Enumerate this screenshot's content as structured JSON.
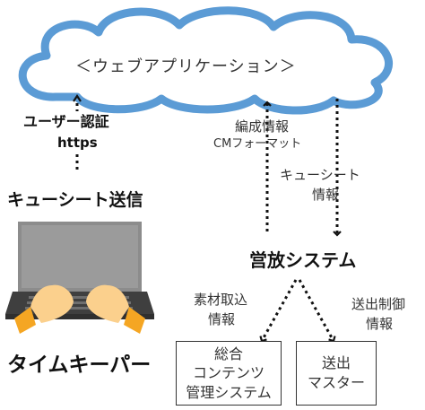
{
  "cloud": {
    "label": "＜ウェブアプリケーション＞"
  },
  "left_link": {
    "line1": "ユーザー認証",
    "line2": "https"
  },
  "keeper_upload": {
    "label": "キューシート送信"
  },
  "middle_link": {
    "line1": "編成情報",
    "line2": "CMフォーマット"
  },
  "right_link": {
    "line1": "キューシート",
    "line2": "情報"
  },
  "broadcast_system": {
    "label": "営放システム"
  },
  "material_link": {
    "line1": "素材取込",
    "line2": "情報"
  },
  "transmission_link": {
    "line1": "送出制御",
    "line2": "情報"
  },
  "content_box": {
    "line1": "総合",
    "line2": "コンテンツ",
    "line3": "管理システム"
  },
  "master_box": {
    "line1": "送出",
    "line2": "マスター"
  },
  "timekeeper": {
    "label": "タイムキーパー"
  },
  "colors": {
    "cloud_fill": "#ffffff",
    "cloud_stroke": "#5b9bd5",
    "laptop_screen": "#8c8c8c",
    "hand": "#fbd08d",
    "sleeve": "#f5a623"
  }
}
